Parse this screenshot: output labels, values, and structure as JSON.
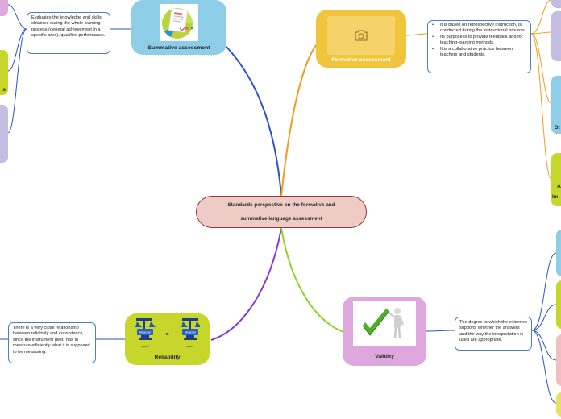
{
  "central": {
    "label": "Standards perspective on the formative and summative language assessment"
  },
  "topics": {
    "summative": {
      "title": "Summative assessment",
      "note": "Evaluates the knowledge and skills obtained during the whole learning process (general achievement in a specific area), qualifies performance."
    },
    "formative": {
      "title": "Formative assessment",
      "bullet_marker": "•",
      "note_items": [
        "It is based on retrospective instruction, is conducted during the instructional process.",
        "Its purpose is to provide feedback and for teaching-learning methods.",
        "It is a collaborative practice between teachers and students."
      ]
    },
    "reliability": {
      "title": "Reliability",
      "note": "There is a very close relationship between reliability and consistency, since the instrument (test) has to measure efficiently what it is supposed to be measuring.",
      "image": {
        "left_label": "Measure",
        "right_label": "Measure",
        "equals": "=",
        "left_caption": "Meas 1",
        "right_caption": "Meas 2"
      }
    },
    "validity": {
      "title": "Validity",
      "note": "The degree to which the evidence supports whether the answers and the way the interpretation is used are appropriate."
    }
  },
  "offscreen": {
    "left_s": "s",
    "right_st": "St",
    "right_a": "A",
    "right_im": "Im"
  },
  "colors": {
    "central_fill": "#efcbc6",
    "summative": "#8ecde8",
    "formative": "#f0c53c",
    "reliability": "#c7d62a",
    "validity": "#dea8de",
    "branch_blue": "#2a52c9",
    "branch_orange": "#f29a1a",
    "branch_purple": "#8a35d8",
    "branch_green": "#8fd32a",
    "note_border": "#4a80c0"
  },
  "icons": {
    "formative": "camera-icon",
    "summative": "report-icon",
    "reliability": "scales-icon",
    "validity": "checkmark-figure-icon"
  }
}
